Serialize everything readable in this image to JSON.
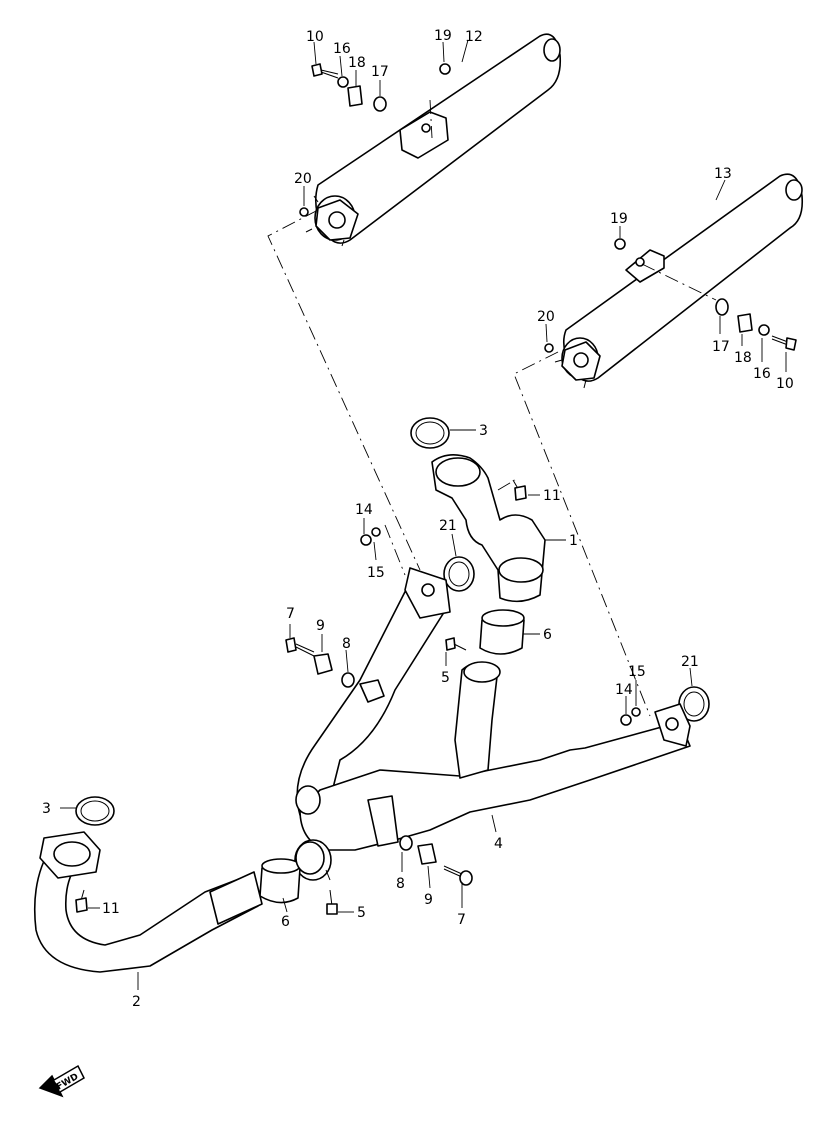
{
  "parts": [
    {
      "id": "c1",
      "label": "1"
    },
    {
      "id": "c2",
      "label": "2"
    },
    {
      "id": "c3a",
      "label": "3"
    },
    {
      "id": "c3b",
      "label": "3"
    },
    {
      "id": "c4",
      "label": "4"
    },
    {
      "id": "c5a",
      "label": "5"
    },
    {
      "id": "c5b",
      "label": "5"
    },
    {
      "id": "c6a",
      "label": "6"
    },
    {
      "id": "c6b",
      "label": "6"
    },
    {
      "id": "c7a",
      "label": "7"
    },
    {
      "id": "c7b",
      "label": "7"
    },
    {
      "id": "c8a",
      "label": "8"
    },
    {
      "id": "c8b",
      "label": "8"
    },
    {
      "id": "c9a",
      "label": "9"
    },
    {
      "id": "c9b",
      "label": "9"
    },
    {
      "id": "c10a",
      "label": "10"
    },
    {
      "id": "c10b",
      "label": "10"
    },
    {
      "id": "c11a",
      "label": "11"
    },
    {
      "id": "c11b",
      "label": "11"
    },
    {
      "id": "c12",
      "label": "12"
    },
    {
      "id": "c13",
      "label": "13"
    },
    {
      "id": "c14a",
      "label": "14"
    },
    {
      "id": "c14b",
      "label": "14"
    },
    {
      "id": "c15a",
      "label": "15"
    },
    {
      "id": "c15b",
      "label": "15"
    },
    {
      "id": "c16a",
      "label": "16"
    },
    {
      "id": "c16b",
      "label": "16"
    },
    {
      "id": "c17a",
      "label": "17"
    },
    {
      "id": "c17b",
      "label": "17"
    },
    {
      "id": "c18a",
      "label": "18"
    },
    {
      "id": "c18b",
      "label": "18"
    },
    {
      "id": "c19a",
      "label": "19"
    },
    {
      "id": "c19b",
      "label": "19"
    },
    {
      "id": "c20a",
      "label": "20"
    },
    {
      "id": "c20b",
      "label": "20"
    },
    {
      "id": "c21a",
      "label": "21"
    },
    {
      "id": "c21b",
      "label": "21"
    }
  ],
  "fwd_label": "FWD"
}
